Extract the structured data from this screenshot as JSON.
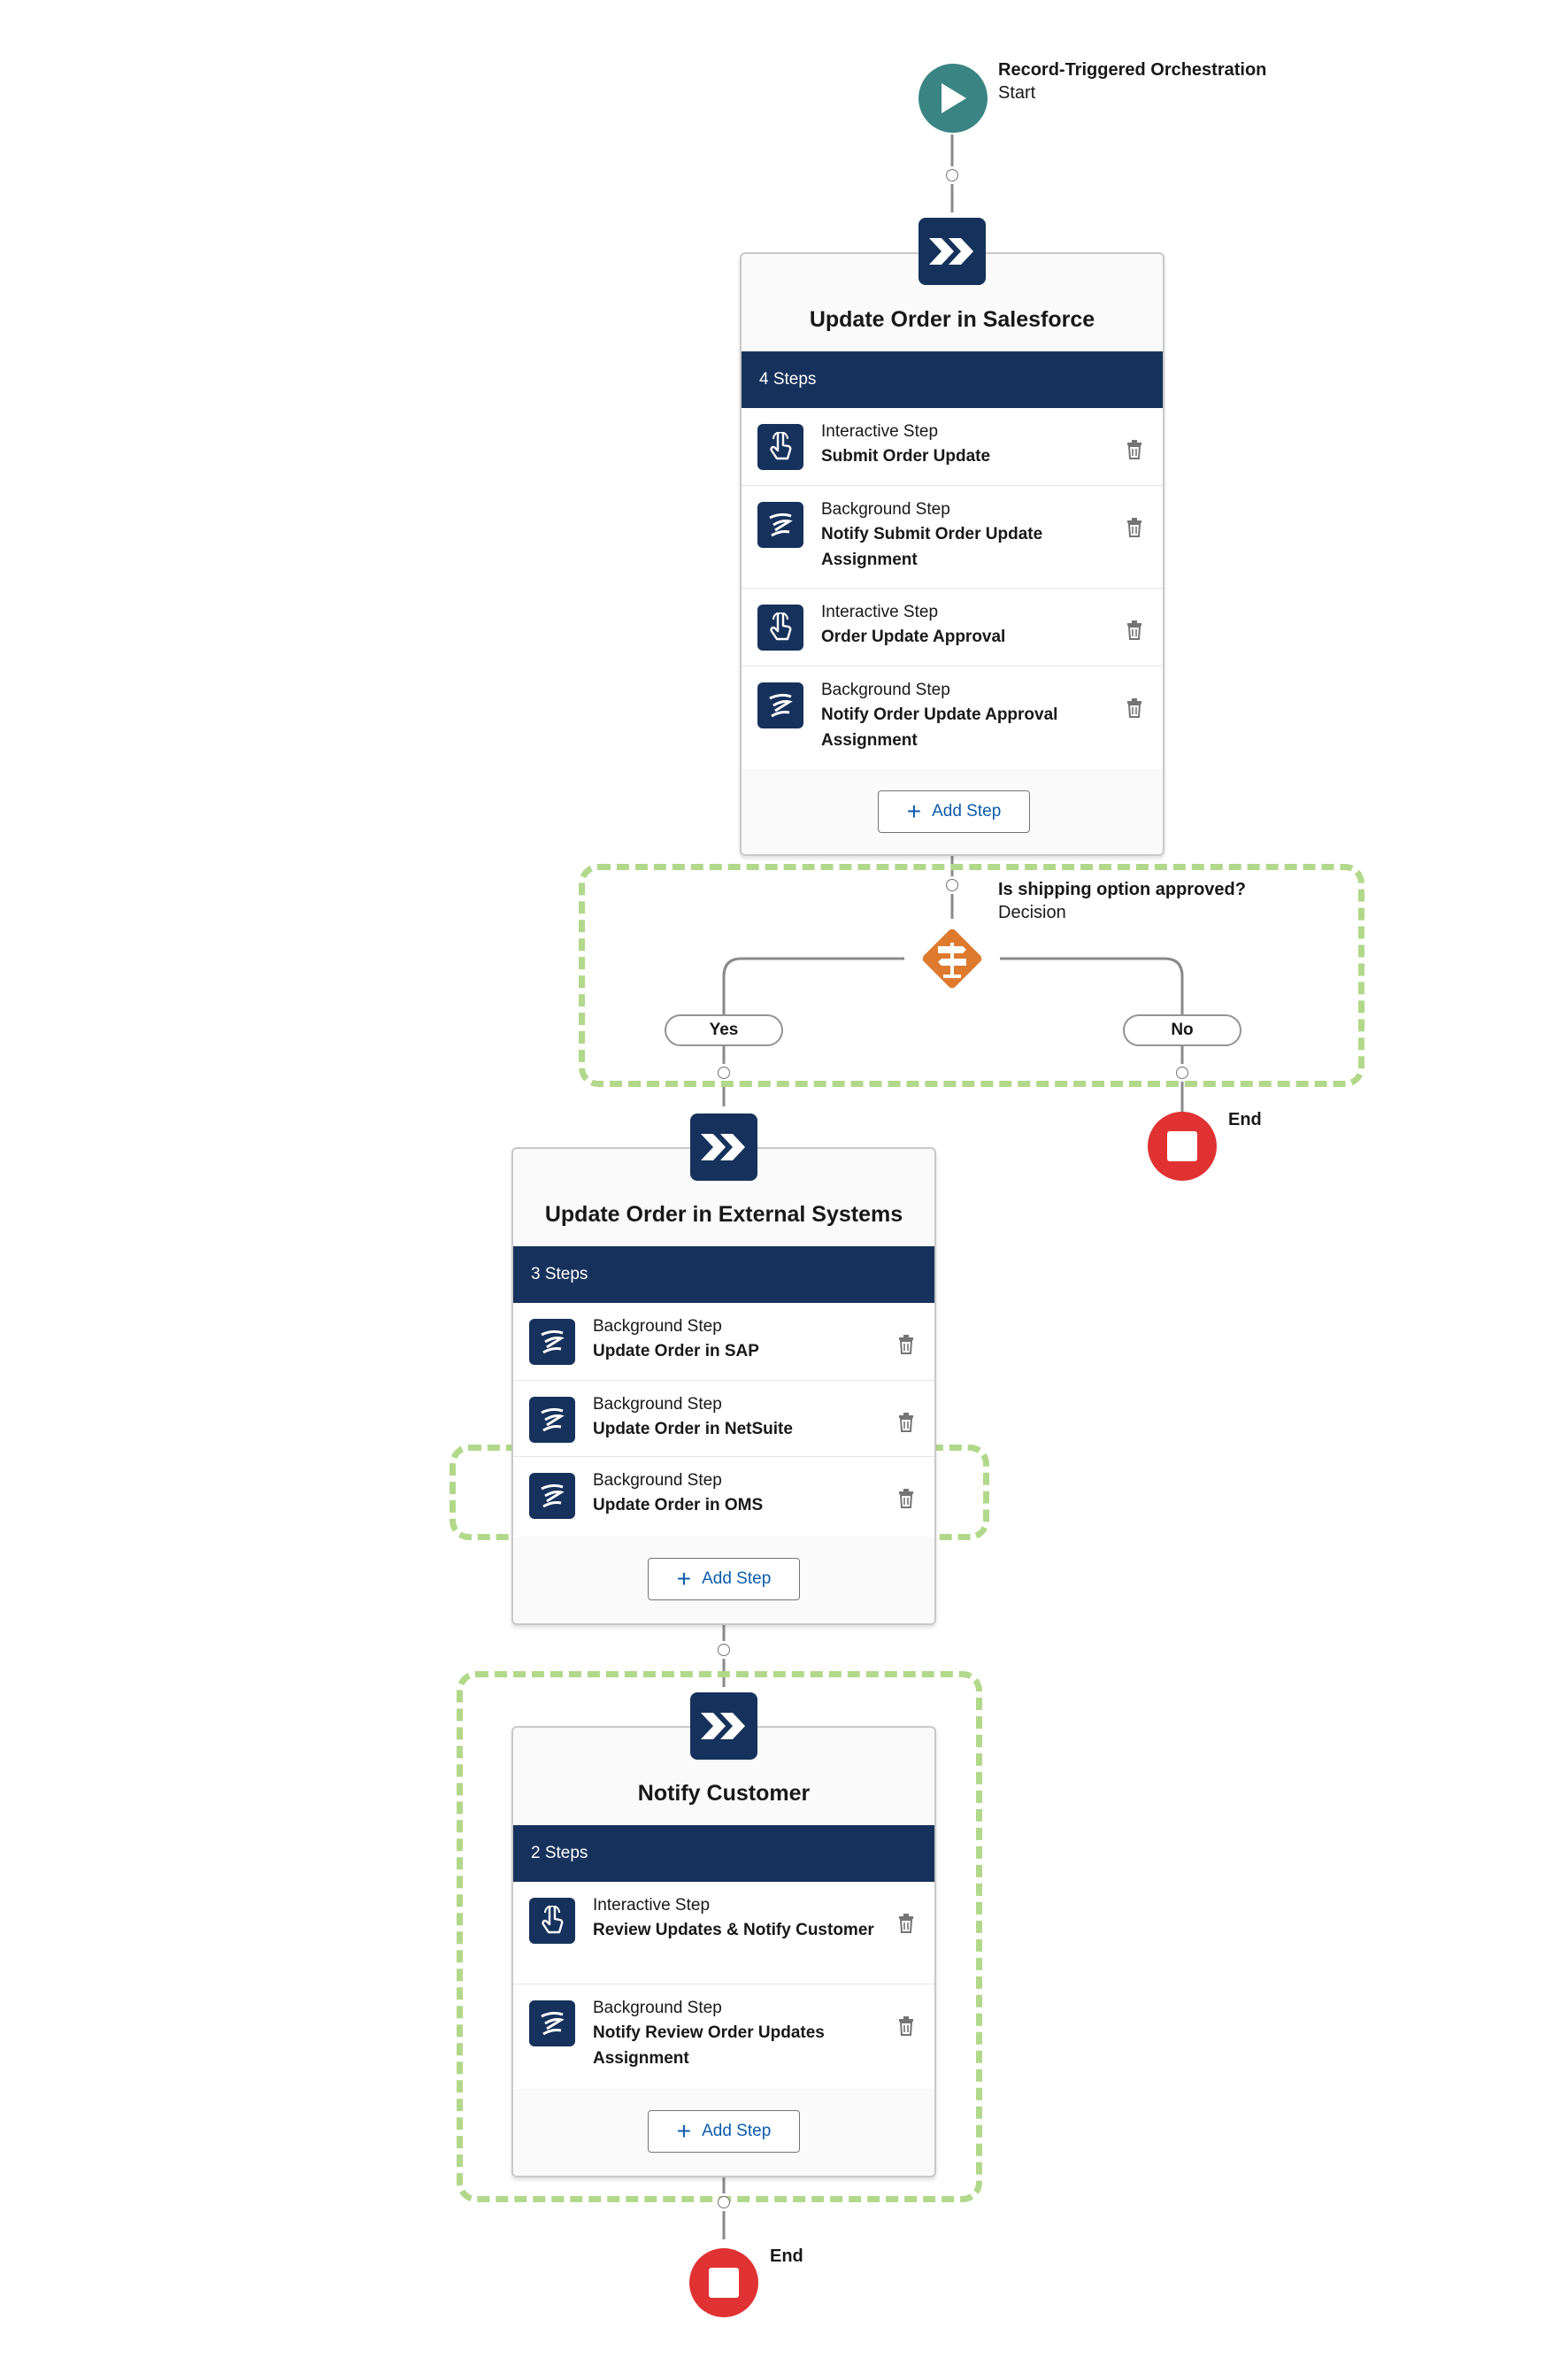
{
  "start": {
    "title": "Record-Triggered Orchestration",
    "subtitle": "Start"
  },
  "stages": [
    {
      "title": "Update Order in Salesforce",
      "count": "4 Steps",
      "steps": [
        {
          "type": "Interactive Step",
          "name": "Submit Order Update",
          "icon": "hand-pointer-icon"
        },
        {
          "type": "Background Step",
          "name": "Notify Submit Order Update Assignment",
          "icon": "background-flow-icon"
        },
        {
          "type": "Interactive Step",
          "name": "Order Update Approval",
          "icon": "hand-pointer-icon"
        },
        {
          "type": "Background Step",
          "name": "Notify Order Update Approval Assignment",
          "icon": "background-flow-icon"
        }
      ],
      "add_label": "Add Step"
    },
    {
      "title": "Update Order in External Systems",
      "count": "3 Steps",
      "steps": [
        {
          "type": "Background Step",
          "name": "Update Order in SAP",
          "icon": "background-flow-icon"
        },
        {
          "type": "Background Step",
          "name": "Update Order in NetSuite",
          "icon": "background-flow-icon"
        },
        {
          "type": "Background Step",
          "name": "Update Order in OMS",
          "icon": "background-flow-icon"
        }
      ],
      "add_label": "Add Step"
    },
    {
      "title": "Notify Customer",
      "count": "2 Steps",
      "steps": [
        {
          "type": "Interactive Step",
          "name": "Review Updates & Notify Customer",
          "icon": "hand-pointer-icon"
        },
        {
          "type": "Background Step",
          "name": "Notify Review Order Updates Assignment",
          "icon": "background-flow-icon"
        }
      ],
      "add_label": "Add Step"
    }
  ],
  "decision": {
    "title": "Is shipping option approved?",
    "subtitle": "Decision",
    "yes_label": "Yes",
    "no_label": "No"
  },
  "end_label": "End",
  "colors": {
    "navy": "#16325c",
    "start_teal": "#3a8484",
    "decision_orange": "#dd7a2e",
    "end_red": "#e03232",
    "highlight_green": "#b2d88b",
    "link_blue": "#0b5cab"
  }
}
